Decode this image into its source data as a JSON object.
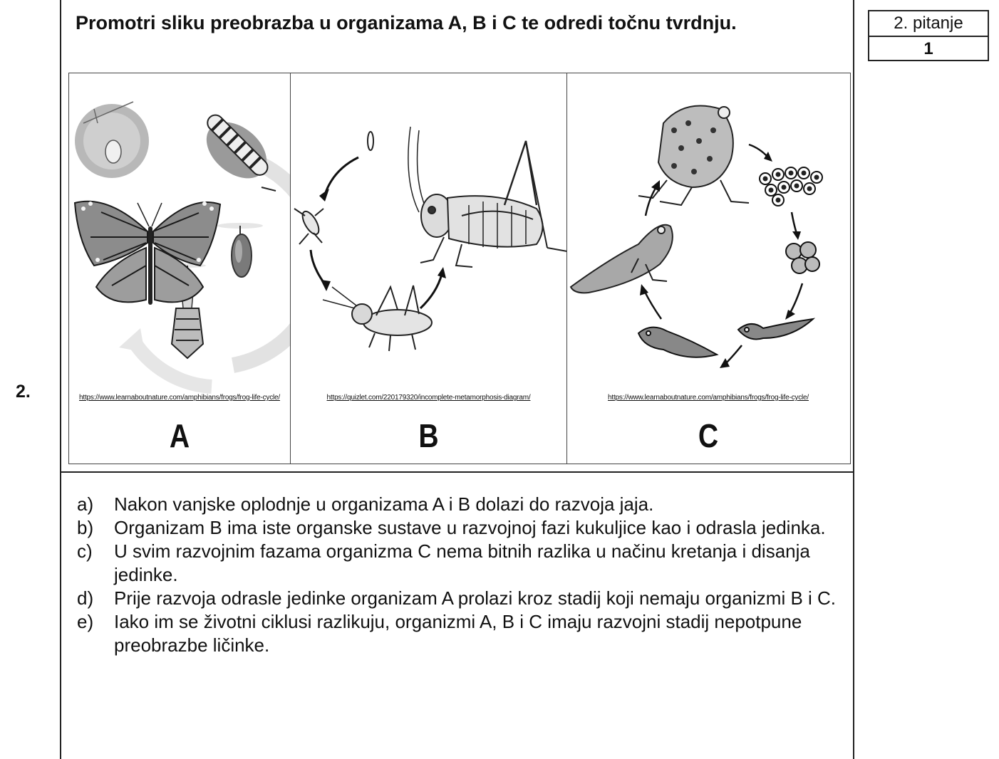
{
  "question": {
    "number": "2.",
    "title": "Promotri sliku preobrazba u organizama A, B i C te odredi točnu tvrdnju."
  },
  "score": {
    "label": "2. pitanje",
    "points": "1"
  },
  "figure": {
    "panels": [
      {
        "letter": "A",
        "source": "https://www.learnaboutnature.com/amphibians/frogs/frog-life-cycle/",
        "subject": "butterfly-life-cycle"
      },
      {
        "letter": "B",
        "source": "https://quizlet.com/220179320/incomplete-metamorphosis-diagram/",
        "subject": "grasshopper-life-cycle"
      },
      {
        "letter": "C",
        "source": "https://www.learnaboutnature.com/amphibians/frogs/frog-life-cycle/",
        "subject": "frog-life-cycle"
      }
    ]
  },
  "answers": [
    {
      "marker": "a)",
      "text": "Nakon vanjske oplodnje u organizama A i B dolazi do razvoja jaja."
    },
    {
      "marker": "b)",
      "text": "Organizam B ima iste organske sustave u razvojnoj fazi kukuljice kao i odrasla jedinka."
    },
    {
      "marker": "c)",
      "text": "U svim razvojnim fazama organizma C nema bitnih razlika u načinu kretanja i disanja jedinke."
    },
    {
      "marker": "d)",
      "text": "Prije razvoja odrasle jedinke organizam A prolazi kroz stadij koji nemaju organizmi B i C."
    },
    {
      "marker": "e)",
      "text": "Iako im se životni ciklusi razlikuju, organizmi A, B i C imaju razvojni stadij nepotpune preobrazbe ličinke."
    }
  ]
}
